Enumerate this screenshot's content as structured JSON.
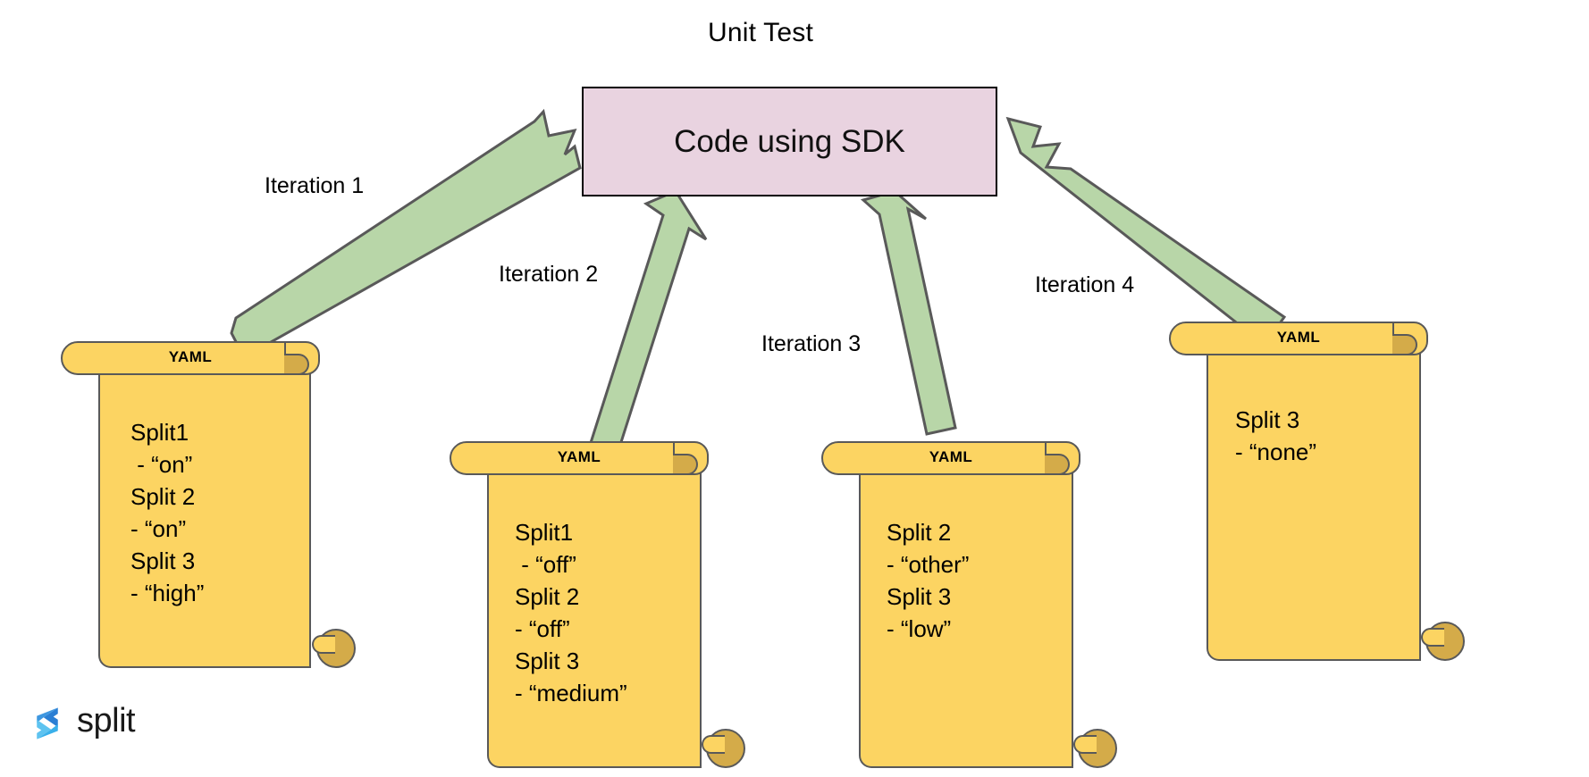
{
  "title": "Unit Test",
  "central_box": {
    "label": "Code using SDK",
    "fill_color": "#e9d3e0",
    "border_color": "#000000"
  },
  "arrows": {
    "fill_color": "#b8d6a8",
    "stroke_color": "#595959",
    "labels": [
      "Iteration 1",
      "Iteration 2",
      "Iteration 3",
      "Iteration 4"
    ]
  },
  "scrolls": [
    {
      "header": "YAML",
      "lines": "Split1\n - “on”\nSplit 2\n- “on”\nSplit 3\n- “high”",
      "fill_color": "#fcd462",
      "curl_color": "#d4ab49"
    },
    {
      "header": "YAML",
      "lines": "Split1\n - “off”\nSplit 2\n- “off”\nSplit 3\n- “medium”",
      "fill_color": "#fcd462",
      "curl_color": "#d4ab49"
    },
    {
      "header": "YAML",
      "lines": "Split 2\n- “other”\nSplit 3\n- “low”",
      "fill_color": "#fcd462",
      "curl_color": "#d4ab49"
    },
    {
      "header": "YAML",
      "lines": "Split 3\n- “none”",
      "fill_color": "#fcd462",
      "curl_color": "#d4ab49"
    }
  ],
  "brand": {
    "wordmark": "split",
    "mark_color_dark": "#2b7fd4",
    "mark_color_light": "#5ec3f0"
  }
}
